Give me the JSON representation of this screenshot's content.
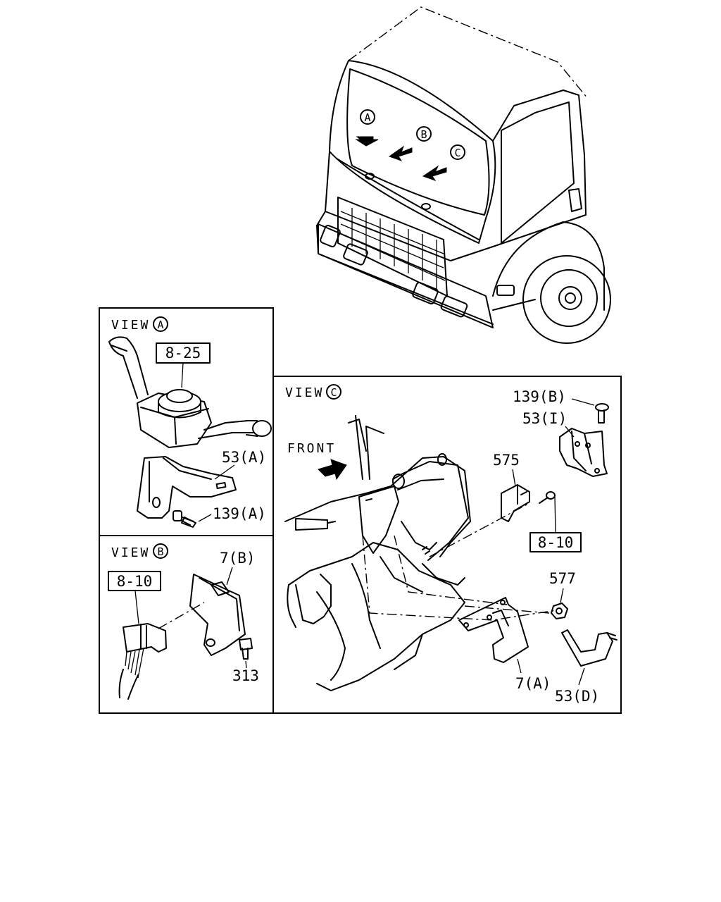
{
  "views": {
    "a": {
      "title": "VIEW",
      "circle": "A"
    },
    "b": {
      "title": "VIEW",
      "circle": "B"
    },
    "c": {
      "title": "VIEW",
      "circle": "C"
    }
  },
  "truck_markers": {
    "a": "A",
    "b": "B",
    "c": "C"
  },
  "labels": {
    "ref_8_25": "8-25",
    "p53a": "53(A)",
    "p139a": "139(A)",
    "p7b": "7(B)",
    "ref_8_10_b": "8-10",
    "p313": "313",
    "p139b": "139(B)",
    "p53i": "53(I)",
    "front": "FRONT",
    "p575": "575",
    "ref_8_10_c": "8-10",
    "p577": "577",
    "p7a": "7(A)",
    "p53d": "53(D)"
  }
}
